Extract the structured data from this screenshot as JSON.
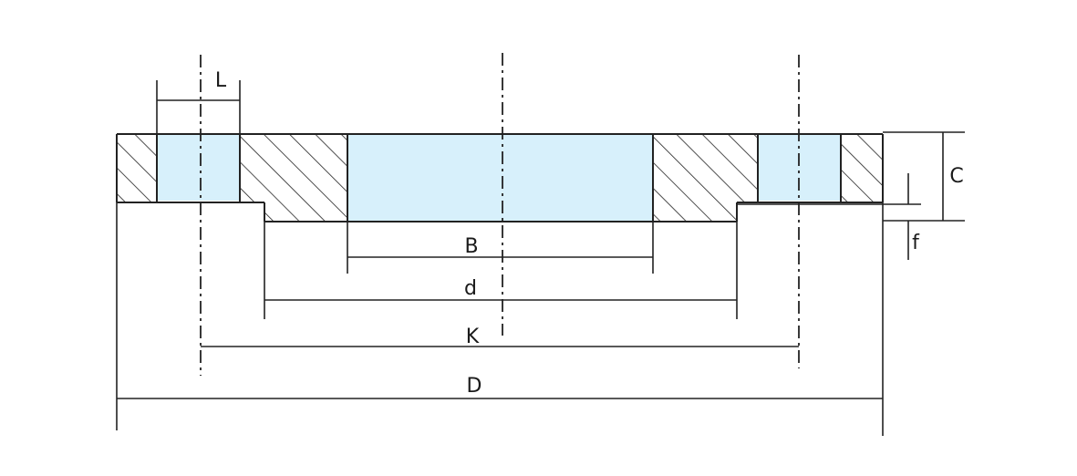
{
  "labels": {
    "L": "L",
    "C": "C",
    "f": "f",
    "B": "B",
    "d": "d",
    "K": "K",
    "D": "D"
  },
  "colors": {
    "bore_fill": "#d7f0fb",
    "line": "#222222",
    "background": "#ffffff"
  }
}
